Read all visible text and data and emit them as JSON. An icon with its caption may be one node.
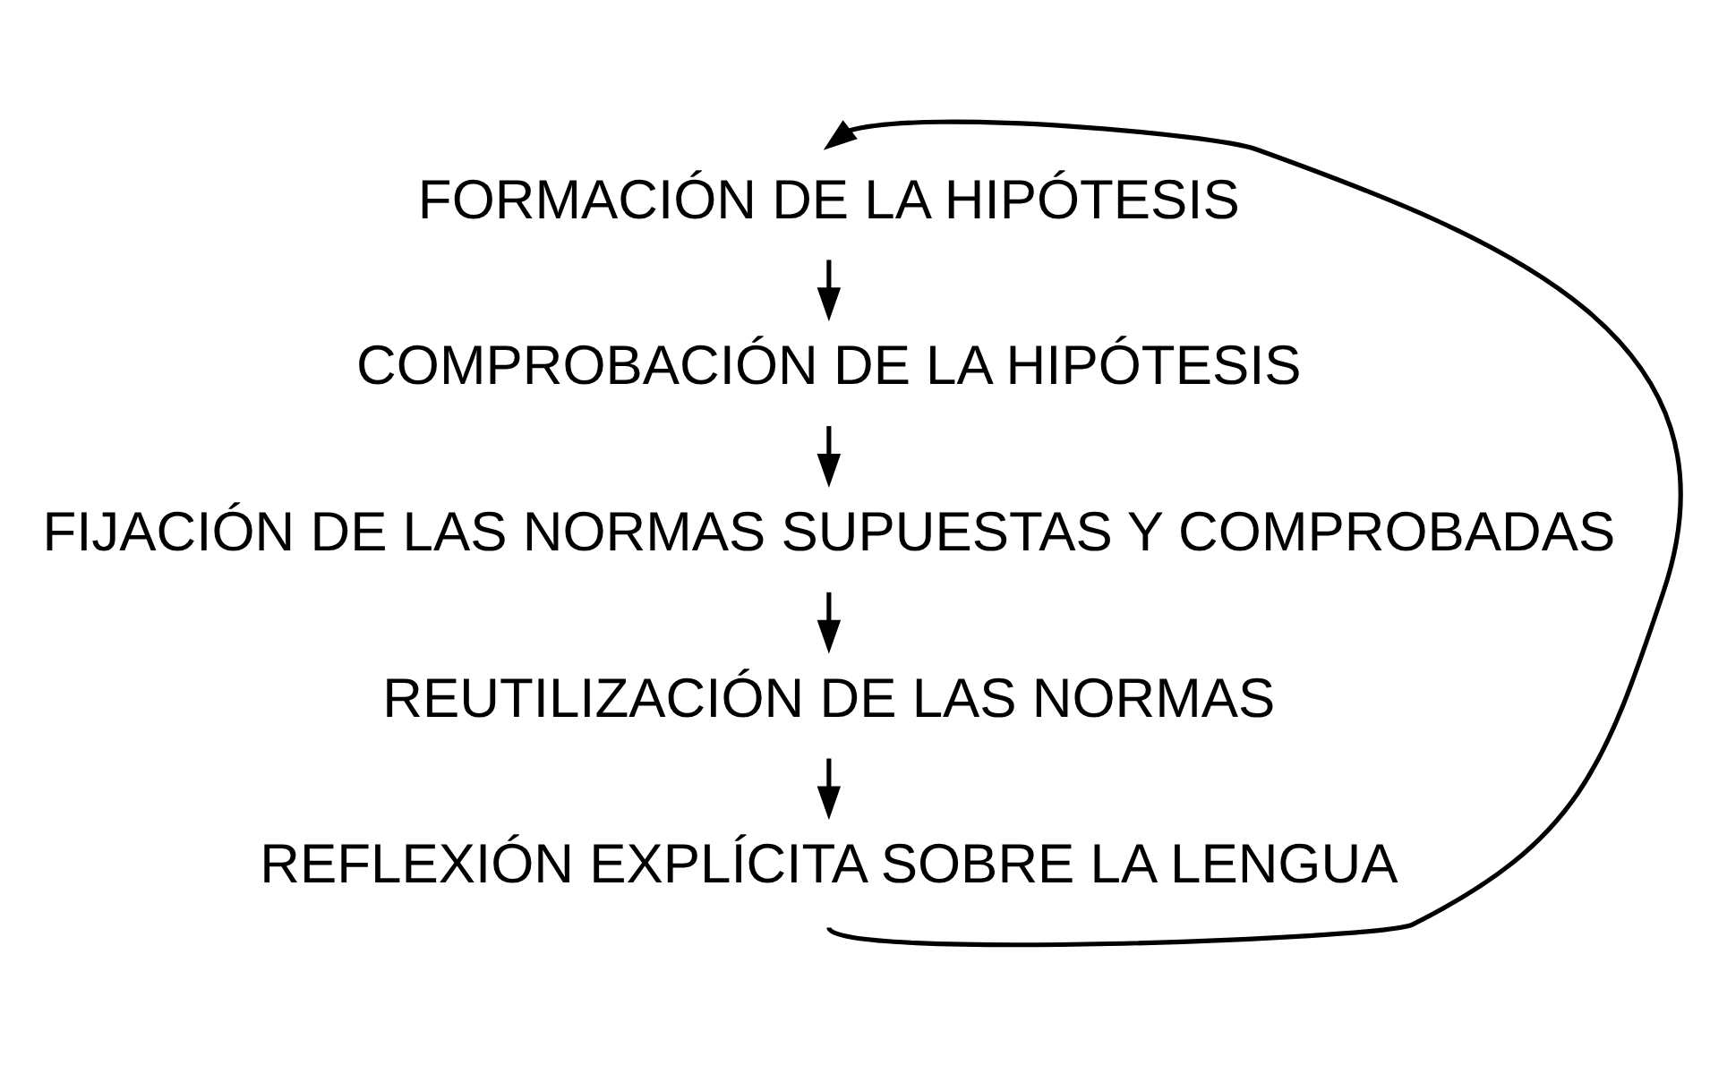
{
  "diagram": {
    "nodes": [
      {
        "text": [
          "FORMACIÓN DE LA HIPÓTESIS"
        ]
      },
      {
        "text": [
          "COMPROBACIÓN DE LA HIPÓTESIS"
        ]
      },
      {
        "text": [
          "FIJACIÓN DE LAS NORMAS SUPUESTAS Y COMPROBADAS"
        ]
      },
      {
        "text": [
          "REUTILIZACIÓN DE LAS NORMAS"
        ]
      },
      {
        "text": [
          "REFLEXIÓN EXPLÍCITA SOBRE LA LENGUA"
        ]
      }
    ],
    "edges": [
      {
        "from": 0,
        "to": 1,
        "arrow": "to"
      },
      {
        "from": 1,
        "to": 2,
        "arrow": "to"
      },
      {
        "from": 2,
        "to": 3,
        "arrow": "to"
      },
      {
        "from": 3,
        "to": 4,
        "arrow": "to"
      },
      {
        "from": 4,
        "to": 0,
        "arrow": "to"
      }
    ]
  }
}
